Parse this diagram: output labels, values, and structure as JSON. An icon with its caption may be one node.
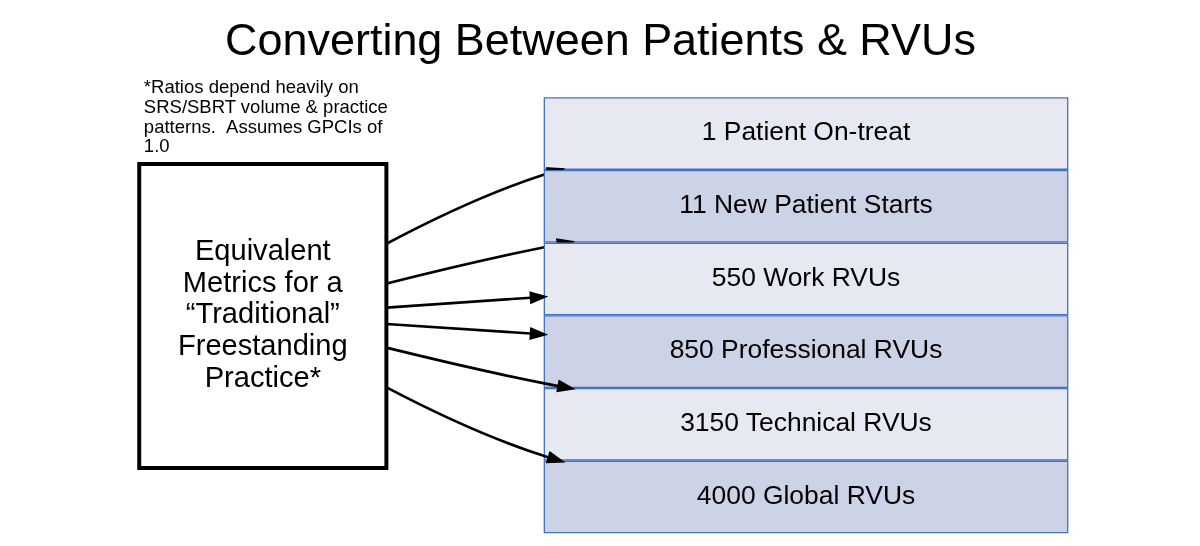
{
  "diagram": {
    "title": "Converting Between Patients & RVUs",
    "nodes": [
      {
        "text": [
          "Equivalent Metrics for a “Traditional” Freestanding Practice*"
        ]
      },
      {
        "text": [
          "1 Patient On-treat"
        ]
      },
      {
        "text": [
          "11 New Patient Starts"
        ]
      },
      {
        "text": [
          "550 Work RVUs"
        ]
      },
      {
        "text": [
          "850 Professional RVUs"
        ]
      },
      {
        "text": [
          "3150 Technical RVUs"
        ]
      },
      {
        "text": [
          "4000 Global RVUs"
        ]
      }
    ],
    "edges": [
      {
        "from": 0,
        "to": 1,
        "arrow": "to"
      },
      {
        "from": 0,
        "to": 2,
        "arrow": "to"
      },
      {
        "from": 0,
        "to": 3,
        "arrow": "to"
      },
      {
        "from": 0,
        "to": 4,
        "arrow": "to"
      },
      {
        "from": 0,
        "to": 5,
        "arrow": "to"
      },
      {
        "from": 0,
        "to": 6,
        "arrow": "to"
      }
    ],
    "labels": [
      "*Ratios depend heavily on SRS/SBRT volume & practice patterns.  Assumes GPCIs of 1.0"
    ]
  }
}
